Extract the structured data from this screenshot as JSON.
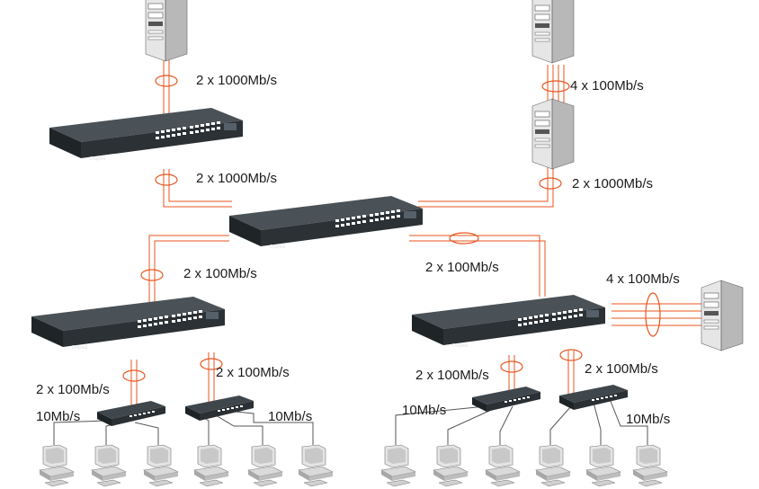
{
  "links": {
    "top_left_server": "2 x 1000Mb/s",
    "right_servers_between": "4 x 100Mb/s",
    "right_server_down": "2 x 1000Mb/s",
    "left_switch_down": "2 x 1000Mb/s",
    "core_to_left": "2 x 100Mb/s",
    "core_to_right": "2 x 100Mb/s",
    "right_switch_server": "4 x 100Mb/s",
    "bl_switch_hub_a": "2 x 100Mb/s",
    "bl_switch_hub_b": "2 x 100Mb/s",
    "br_switch_hub_a": "2 x 100Mb/s",
    "br_switch_hub_b": "2 x 100Mb/s",
    "hub_bl_a_pcs": "10Mb/s",
    "hub_bl_b_pcs": "10Mb/s",
    "hub_br_a_pcs": "10Mb/s",
    "hub_br_b_pcs": "10Mb/s"
  },
  "switch_brand": "Draytek",
  "colors": {
    "link": "#e8541e",
    "switch_body": "#2e3438",
    "switch_top": "#3c4348",
    "port": "#ffffff",
    "server_body": "#d9d9d9",
    "pc_body": "#cfcfcf"
  }
}
